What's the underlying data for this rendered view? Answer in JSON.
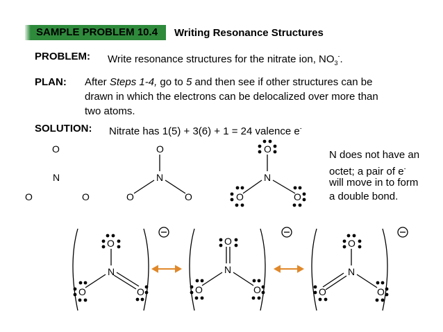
{
  "banner": {
    "tag": "SAMPLE PROBLEM 10.4",
    "title": "Writing Resonance Structures"
  },
  "problem": {
    "label": "PROBLEM:",
    "text": "Write resonance structures for the nitrate ion, NO",
    "sub": "3",
    "sup": "-",
    "end": "."
  },
  "plan": {
    "label": "PLAN:",
    "text1a": "After ",
    "text1b": "Steps 1-4,",
    "text1c": " go to ",
    "text1d": "5",
    "text1e": " and then see if other structures can be",
    "line2": "drawn in which the electrons can be delocalized over more than",
    "line3": "two atoms."
  },
  "solution": {
    "label": "SOLUTION:",
    "text": "Nitrate has 1(5) + 3(6) + 1 = 24 valence e",
    "sup": "-"
  },
  "note": {
    "l1": "N does not have an",
    "l2a": "octet;  a pair of e",
    "l2sup": "-",
    "l3": "will move in to form",
    "l4": "a double bond."
  },
  "atoms": {
    "O": "O",
    "N": "N"
  },
  "charge": "−",
  "colors": {
    "banner": "#2f8a3c",
    "arrow": "#e0882a"
  }
}
